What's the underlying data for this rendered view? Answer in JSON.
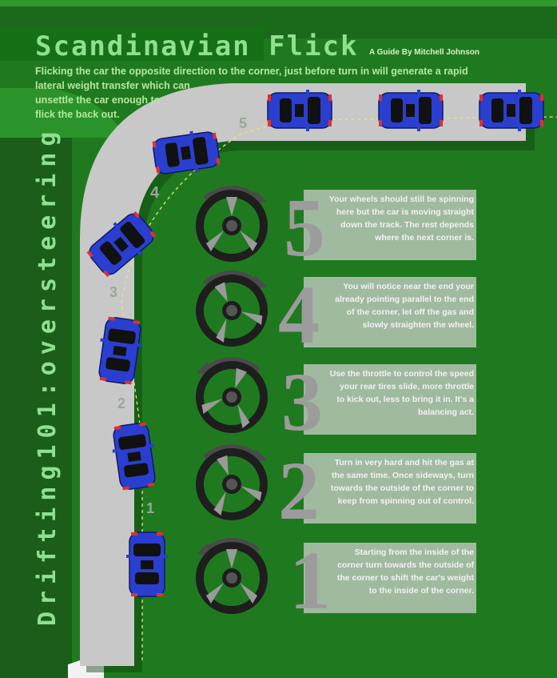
{
  "header": {
    "title": "Scandinavian Flick",
    "byline": "A Guide By Mitchell Johnson",
    "intro": "Flicking the car the opposite direction to the corner, just before turn in will generate a rapid\nlateral weight transfer which can\nunsettle the car enough to\nflick the back out."
  },
  "sidebar": {
    "vertical_title": "Drifting101:oversteering"
  },
  "track": {
    "markers": [
      "1",
      "2",
      "3",
      "4",
      "5"
    ]
  },
  "steps": [
    {
      "number": "5",
      "text": "Your wheels should still be spinning\nhere but the car is moving straight\ndown the track. The rest depends\nwhere the next corner is.",
      "arrow": "right"
    },
    {
      "number": "4",
      "text": "You will notice near the end your\nalready pointing parallel to the end\nof the corner, let off the gas and\nslowly straighten the wheel.",
      "arrow": "right"
    },
    {
      "number": "3",
      "text": "Use the throttle to control the speed\nyour rear tires slide, more throttle\nto kick out, less to bring it in. It's a\nbalancing act.",
      "arrow": "left"
    },
    {
      "number": "2",
      "text": "Turn in very hard and hit the gas at\nthe same time. Once sideways, turn\ntowards the outside of the corner to\nkeep from spinning out of control.",
      "arrow": "right"
    },
    {
      "number": "1",
      "text": "Starting from the inside of the\ncorner turn towards the outside of\nthe corner to shift the car's weight\nto the inside of the corner.",
      "arrow": "left"
    }
  ],
  "colors": {
    "background": "#1f7a1f",
    "dark_green": "#1a5e1a",
    "road": "#c8c8c8",
    "car_body": "#2a3fcf",
    "car_glass": "#111111",
    "wheel": "#222222"
  }
}
